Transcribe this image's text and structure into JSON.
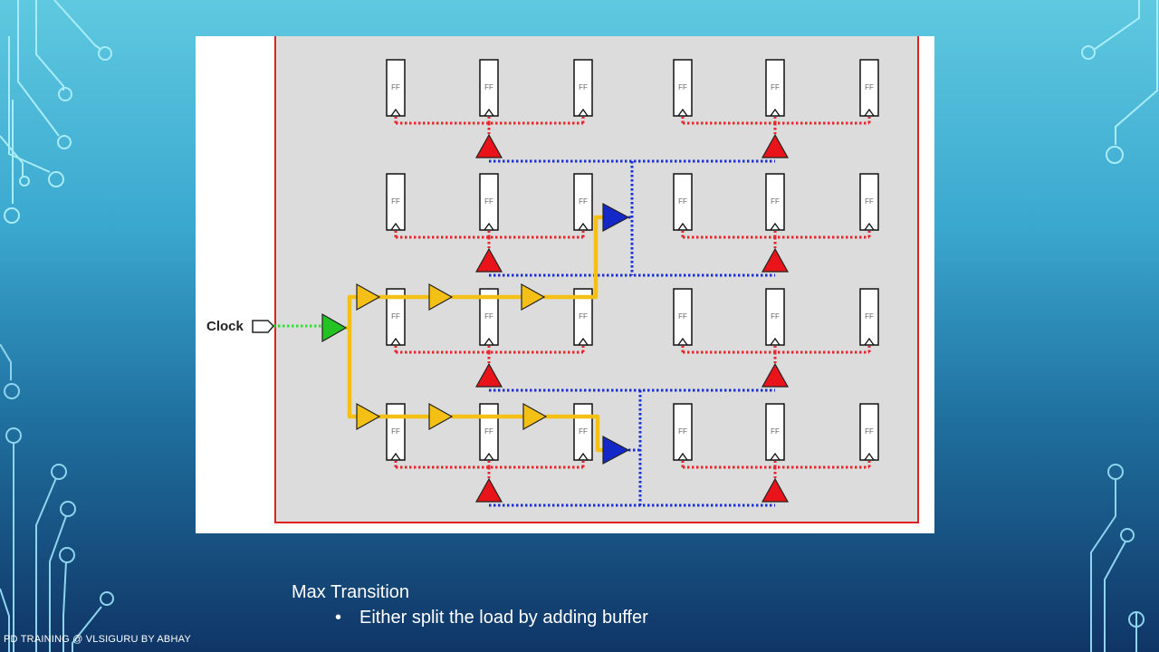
{
  "slide": {
    "heading": "Max Transition",
    "bullet_marker": "•",
    "bullet": "Either split the load by adding buffer",
    "footer": "PD TRAINING @ VLSIGURU  BY ABHAY"
  },
  "diagram": {
    "port_label": "Clock",
    "flop_label": "FF",
    "rows": 4,
    "flops_per_row": 6,
    "colors": {
      "local_net": "#e8262b",
      "tree_net": "#1a2fd6",
      "source_net": "#2ee12e",
      "new_buffer": "#f5c016",
      "driver_buffer": "#e8141a",
      "tree_buffer": "#1428c8",
      "source_buffer": "#22c322",
      "core_boundary": "#e02020",
      "core_fill": "#dcdcdc"
    }
  }
}
